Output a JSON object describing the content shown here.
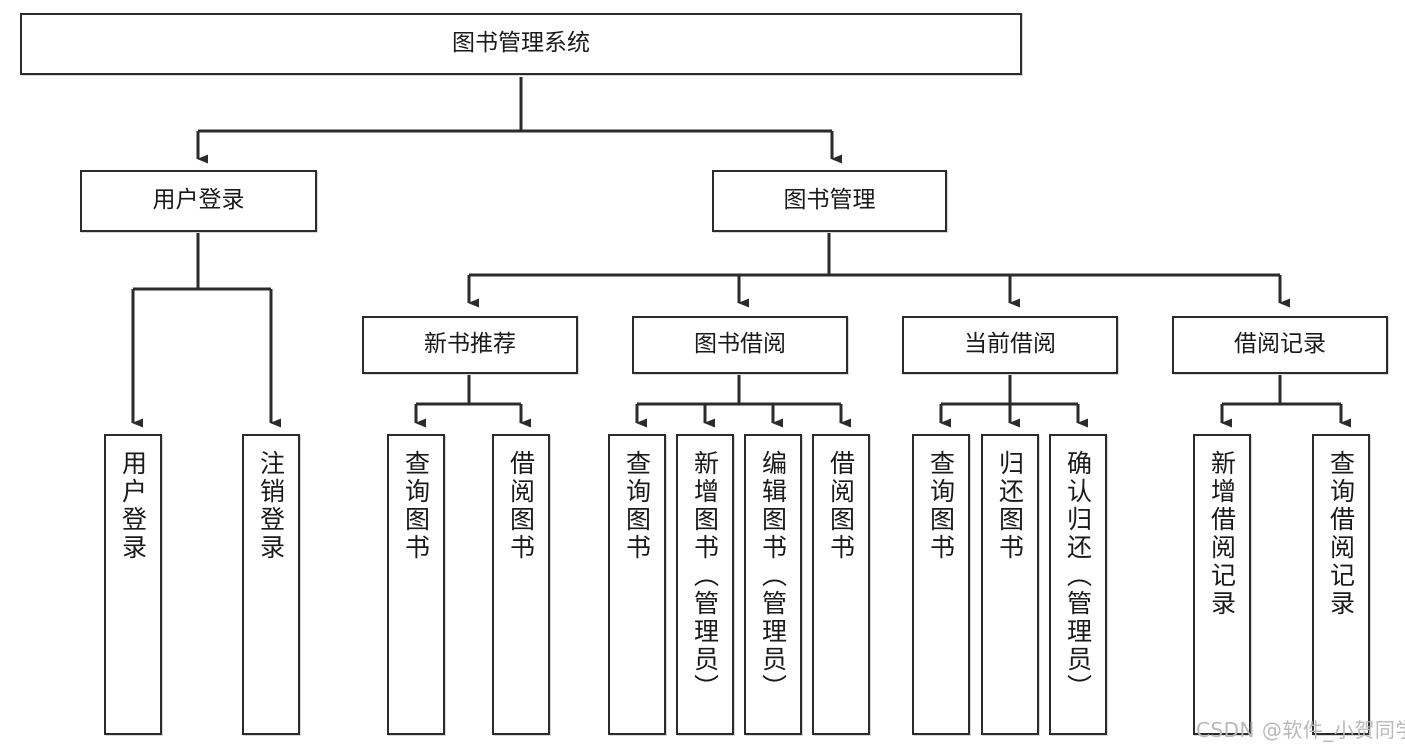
{
  "diagram": {
    "title": "图书管理系统",
    "type": "tree",
    "background_color": "#ffffff",
    "line_color": "#2b2b2b",
    "box_border_color": "#2b2b2b",
    "box_fill_color": "#ffffff",
    "text_color": "#1a1a1a"
  },
  "nodes": {
    "root": {
      "label": "图书管理系统"
    },
    "level1": [
      {
        "label": "用户登录"
      },
      {
        "label": "图书管理"
      }
    ],
    "level2": [
      {
        "label": "新书推荐"
      },
      {
        "label": "图书借阅"
      },
      {
        "label": "当前借阅"
      },
      {
        "label": "借阅记录"
      }
    ],
    "leaves": {
      "user_login": [
        {
          "label": "用户登录"
        },
        {
          "label": "注销登录"
        }
      ],
      "new_book": [
        {
          "label": "查询图书"
        },
        {
          "label": "借阅图书"
        }
      ],
      "book_borrow": [
        {
          "label": "查询图书"
        },
        {
          "label": "新增图书（管理员）"
        },
        {
          "label": "编辑图书（管理员）"
        },
        {
          "label": "借阅图书"
        }
      ],
      "current_borrow": [
        {
          "label": "查询图书"
        },
        {
          "label": "归还图书"
        },
        {
          "label": "确认归还（管理员）"
        }
      ],
      "borrow_record": [
        {
          "label": "新增借阅记录"
        },
        {
          "label": "查询借阅记录"
        }
      ]
    }
  },
  "watermark": {
    "text": "CSDN @软件_小贺同学"
  }
}
